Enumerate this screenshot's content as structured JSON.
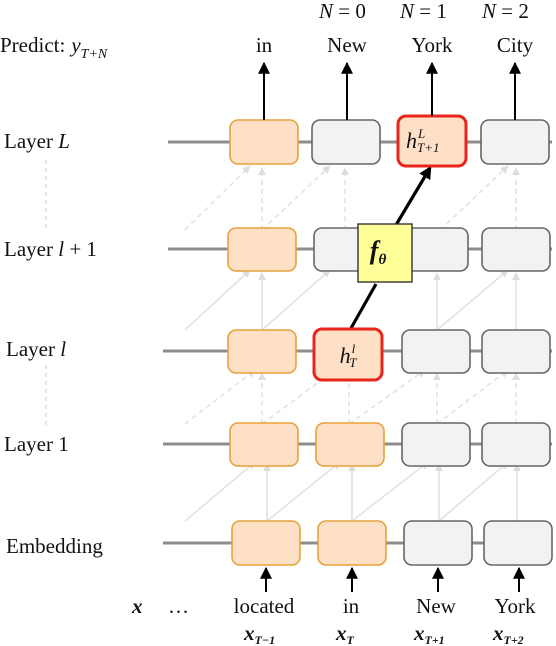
{
  "predict": {
    "label": "Predict:",
    "var": "y",
    "sub": "T+N",
    "outputs": [
      "in",
      "New",
      "York",
      "City"
    ],
    "n_labels": [
      {
        "var": "N",
        "rest": " = 0"
      },
      {
        "var": "N",
        "rest": " = 1"
      },
      {
        "var": "N",
        "rest": " = 2"
      }
    ]
  },
  "layers": {
    "layer_L": {
      "text": "Layer ",
      "var": "L"
    },
    "layer_l1": {
      "text": "Layer ",
      "var": "l",
      "rest": " + 1"
    },
    "layer_l": {
      "text": "Layer ",
      "var": "l"
    },
    "layer_1": {
      "text": "Layer 1"
    },
    "embedding": {
      "text": "Embedding"
    }
  },
  "input": {
    "x_label": "x",
    "ellipsis": "…",
    "tokens": [
      "located",
      "in",
      "New",
      "York"
    ],
    "positions": [
      {
        "var": "x",
        "sub": "T−1"
      },
      {
        "var": "x",
        "sub": "T"
      },
      {
        "var": "x",
        "sub": "T+1"
      },
      {
        "var": "x",
        "sub": "T+2"
      }
    ]
  },
  "nodes": {
    "h_T": {
      "var": "h",
      "sup": "l",
      "sub": "T"
    },
    "h_T1": {
      "var": "h",
      "sup": "L",
      "sub": "T+1"
    },
    "f_theta": {
      "var": "f",
      "sub": "θ"
    }
  },
  "colors": {
    "orange_fill": "#fde0c6",
    "orange_stroke": "#e6a23c",
    "gray_fill": "#f2f2f2",
    "gray_stroke": "#666666",
    "red_stroke": "#e8241b",
    "yellow_fill": "#ffff99"
  }
}
